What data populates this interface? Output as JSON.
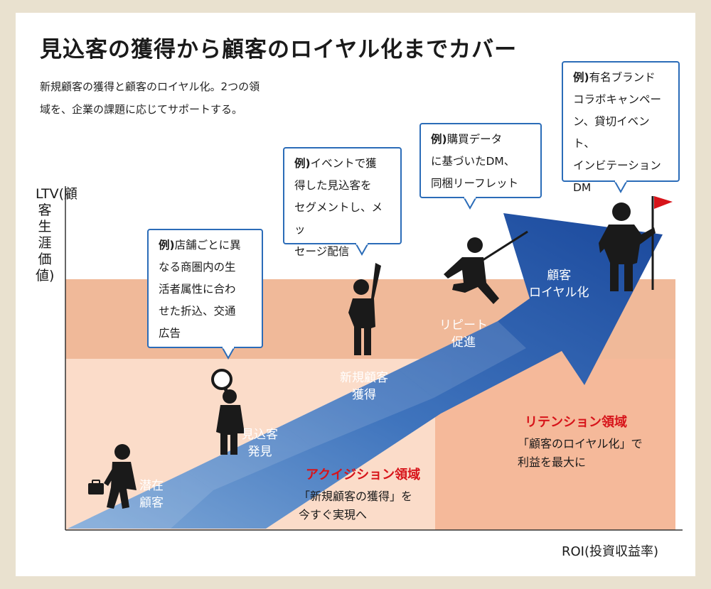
{
  "title": "見込客の獲得から顧客のロイヤル化までカバー",
  "subtitle_lines": [
    "新規顧客の獲得と顧客のロイヤル化。2つの領",
    "域を、企業の課題に応じてサポートする。"
  ],
  "axes": {
    "y_label": "LTV(顧客生涯価値)",
    "x_label": "ROI(投資収益率)"
  },
  "stages": [
    {
      "lines": [
        "潜在",
        "顧客"
      ]
    },
    {
      "lines": [
        "見込客",
        "発見"
      ]
    },
    {
      "lines": [
        "新規顧客",
        "獲得"
      ]
    },
    {
      "lines": [
        "リピート",
        "促進"
      ]
    },
    {
      "lines": [
        "顧客",
        "ロイヤル化"
      ]
    }
  ],
  "bubbles": [
    {
      "prefix": "例)",
      "lines": [
        "店舗ごとに異",
        "なる商圏内の生",
        "活者属性に合わ",
        "せた折込、交通",
        "広告"
      ]
    },
    {
      "prefix": "例)",
      "lines": [
        "イベントで獲",
        "得した見込客を",
        "セグメントし、メッ",
        "セージ配信"
      ]
    },
    {
      "prefix": "例)",
      "lines": [
        "購買データ",
        "に基づいたDM、",
        "同梱リーフレット"
      ]
    },
    {
      "prefix": "例)",
      "lines": [
        "有名ブランド",
        "コラボキャンペー",
        "ン、貸切イベント、",
        "インビテーション",
        "DM"
      ]
    }
  ],
  "zones": {
    "acquisition": {
      "title": "アクイジション領域",
      "lines": [
        "「新規顧客の獲得」を",
        "今すぐ実現へ"
      ]
    },
    "retention": {
      "title": "リテンション領域",
      "lines": [
        "「顧客のロイヤル化」で",
        "利益を最大に"
      ]
    }
  },
  "colors": {
    "background": "#e9e1cf",
    "acquisition_zone": "#fbdcc9",
    "retention_zone": "#f5b99a",
    "upper_band": "#f0b999",
    "arrow_light": "#6f9fd3",
    "arrow_dark": "#1f4ea1",
    "accent_red": "#d7141a",
    "bubble_border": "#2b6cb8"
  }
}
